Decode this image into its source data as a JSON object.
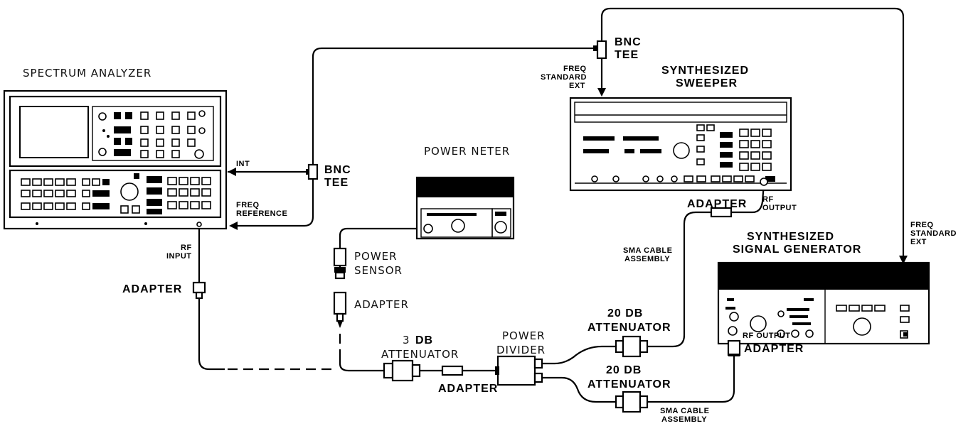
{
  "labels": {
    "spectrum_analyzer": "SPECTRUM ANALYZER",
    "int": "INT",
    "freq_reference_1": "FREQ",
    "freq_reference_2": "REFERENCE",
    "rf_input_1": "RF",
    "rf_input_2": "INPUT",
    "adapter_left": "ADAPTER",
    "bnc_tee_left_1": "BNC",
    "bnc_tee_left_2": "TEE",
    "bnc_tee_top_1": "BNC",
    "bnc_tee_top_2": "TEE",
    "freq_std_ext_top_1": "FREQ",
    "freq_std_ext_top_2": "STANDARD",
    "freq_std_ext_top_3": "EXT",
    "synth_sweeper_1": "SYNTHESIZED",
    "synth_sweeper_2": "SWEEPER",
    "power_meter": "POWER NETER",
    "power_sensor_1": "POWER",
    "power_sensor_2": "SENSOR",
    "adapter_mid": "ADAPTER",
    "adapter_sweeper": "ADAPTER",
    "rf_output_sweeper_1": "RF",
    "rf_output_sweeper_2": "OUTPUT",
    "sma_cable_top_1": "SMA CABLE",
    "sma_cable_top_2": "ASSEMBLY",
    "synth_siggen_1": "SYNTHESIZED",
    "synth_siggen_2": "SIGNAL GENERATOR",
    "freq_std_ext_right_1": "FREQ",
    "freq_std_ext_right_2": "STANDARD",
    "freq_std_ext_right_3": "EXT",
    "atten_3db_1a": "3",
    "atten_3db_1b": "DB",
    "atten_3db_2": "ATTENUATOR",
    "power_divider_1": "POWER",
    "power_divider_2": "DIVIDER",
    "adapter_bottom": "ADAPTER",
    "atten_20db_top_1": "20 DB",
    "atten_20db_top_2": "ATTENUATOR",
    "atten_20db_bot_1": "20 DB",
    "atten_20db_bot_2": "ATTENUATOR",
    "rf_output_siggen": "RF OUTPUT",
    "adapter_siggen": "ADAPTER",
    "sma_cable_bot_1": "SMA CABLE",
    "sma_cable_bot_2": "ASSEMBLY"
  },
  "icons": [
    "spectrum-analyzer-icon",
    "synthesized-sweeper-icon",
    "power-meter-icon",
    "synthesized-signal-generator-icon",
    "bnc-tee-icon",
    "adapter-icon",
    "attenuator-icon",
    "power-divider-icon",
    "power-sensor-icon"
  ]
}
